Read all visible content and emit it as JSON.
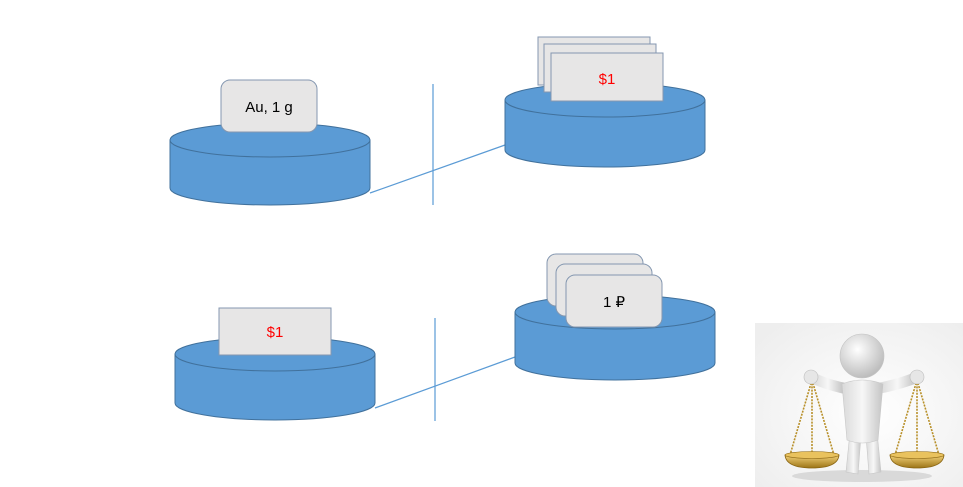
{
  "scales": {
    "top": {
      "left_pan_item": "Au, 1 g",
      "right_pan_item": "$1"
    },
    "bottom": {
      "left_pan_item": "$1",
      "right_pan_item": "1 ₽"
    }
  },
  "colors": {
    "pan_fill": "#5b9bd5",
    "pan_stroke": "#41719c",
    "beam_line": "#5b9bd5",
    "card_fill": "#e7e6e6",
    "card_stroke": "#8497b0",
    "dollar_text": "#ff0000",
    "default_text": "#000000",
    "gold": "#c9a23a"
  },
  "illustration": {
    "icon": "figure-holding-scales-icon"
  }
}
